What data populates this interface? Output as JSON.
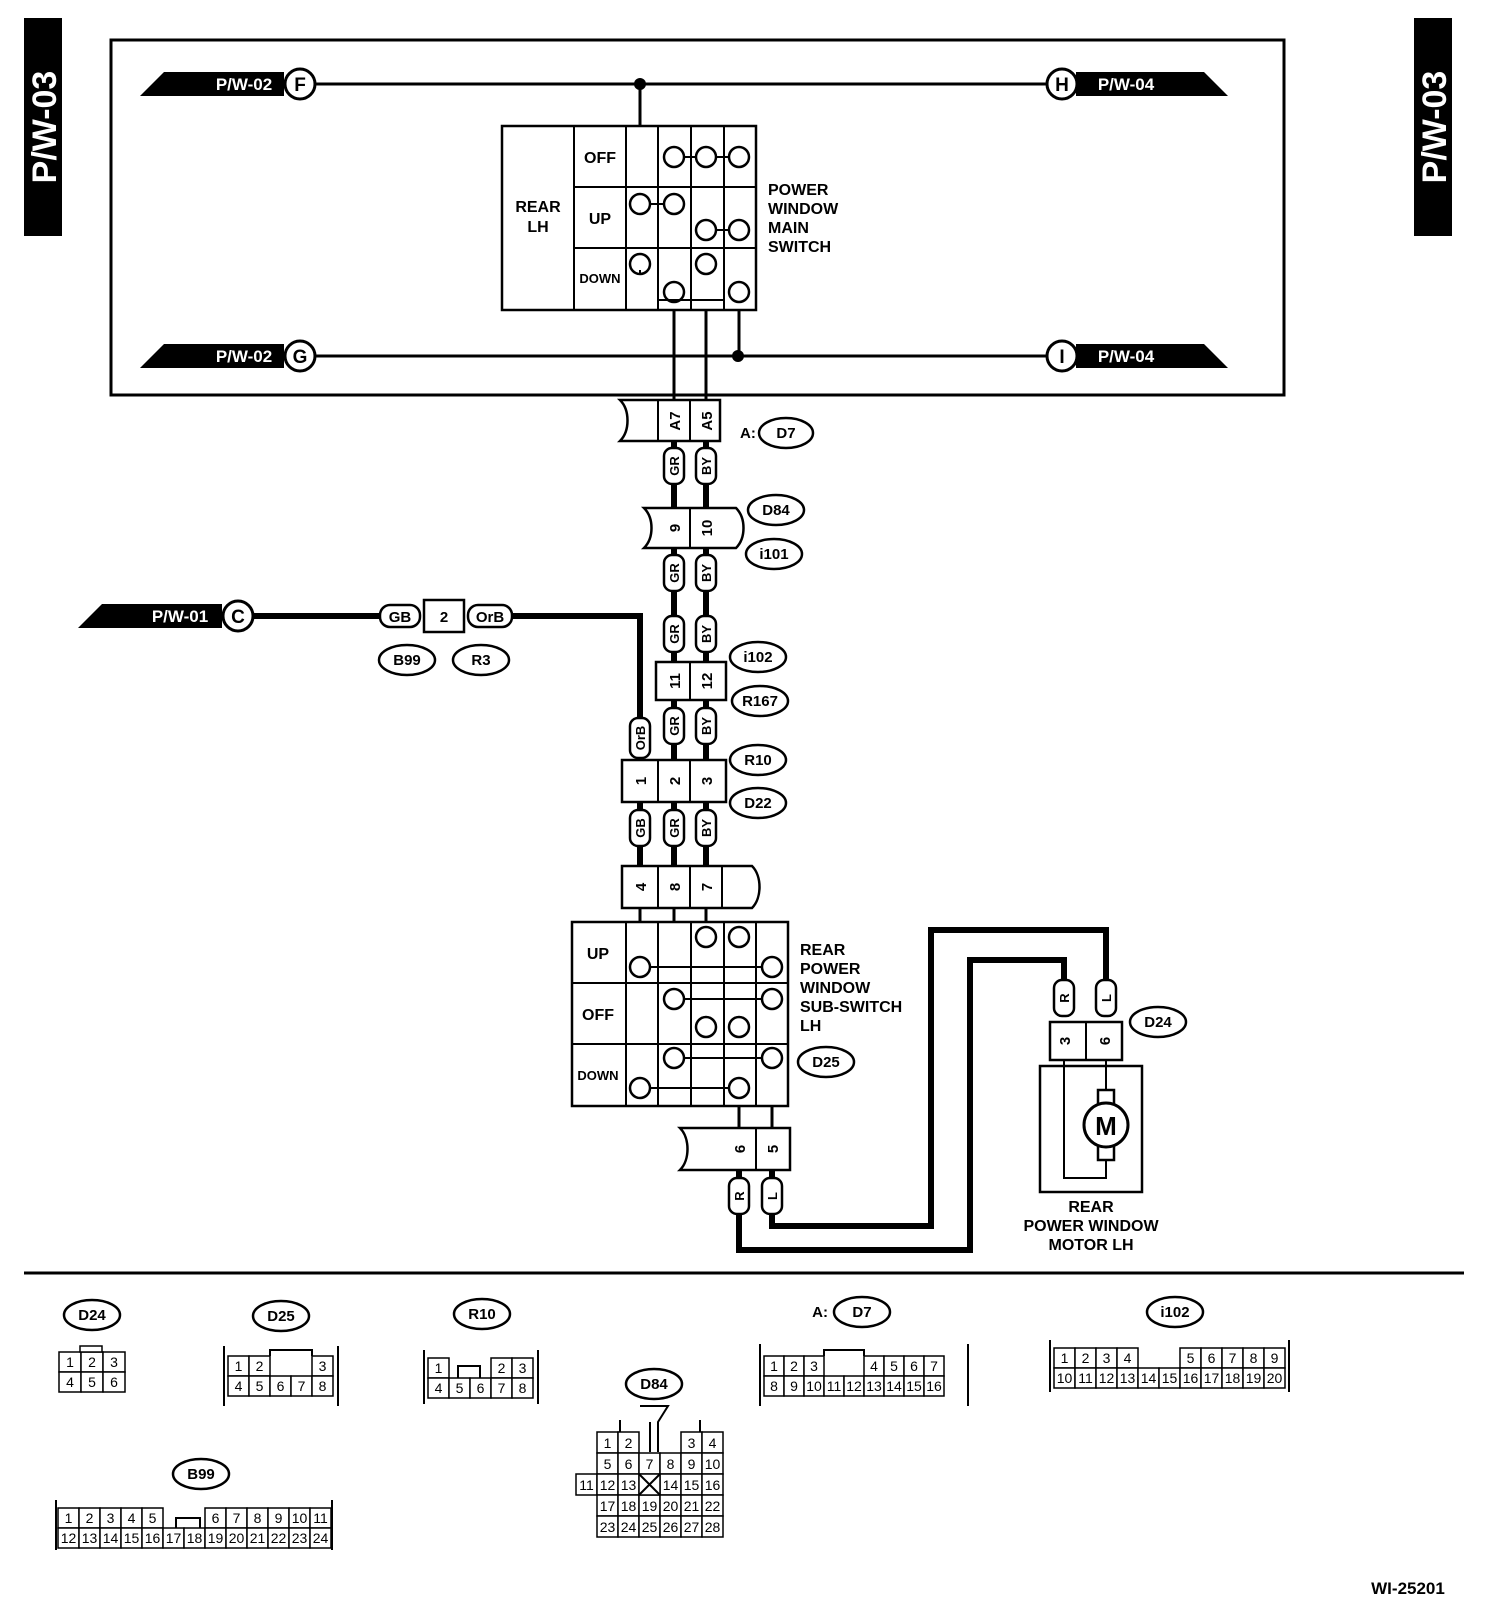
{
  "page": {
    "side_label": "P/W-03",
    "figure_id": "WI-25201"
  },
  "refs": {
    "F": {
      "page": "P/W-02",
      "letter": "F"
    },
    "G": {
      "page": "P/W-02",
      "letter": "G"
    },
    "H": {
      "page": "P/W-04",
      "letter": "H"
    },
    "I": {
      "page": "P/W-04",
      "letter": "I"
    },
    "C": {
      "page": "P/W-01",
      "letter": "C"
    }
  },
  "main_switch": {
    "name_lines": [
      "POWER",
      "WINDOW",
      "MAIN",
      "SWITCH"
    ],
    "group_lines": [
      "REAR",
      "LH"
    ],
    "positions": [
      "OFF",
      "UP",
      "DOWN"
    ]
  },
  "sub_switch": {
    "name_lines": [
      "REAR",
      "POWER",
      "WINDOW",
      "SUB-SWITCH",
      "LH"
    ],
    "positions": [
      "UP",
      "OFF",
      "DOWN"
    ],
    "connector": "D25"
  },
  "motor": {
    "symbol": "M",
    "name_lines": [
      "REAR",
      "POWER WINDOW",
      "MOTOR LH"
    ],
    "connector": "D24"
  },
  "connectors": {
    "d7": {
      "prefix": "A:",
      "name": "D7",
      "pins": [
        "A7",
        "A5"
      ]
    },
    "d84": {
      "names": [
        "D84",
        "i101"
      ],
      "pins": [
        "9",
        "10"
      ]
    },
    "i102": {
      "names": [
        "i102",
        "R167"
      ],
      "pins": [
        "11",
        "12"
      ]
    },
    "r10": {
      "names": [
        "R10",
        "D22"
      ],
      "pins": [
        "1",
        "2",
        "3"
      ]
    },
    "b99": {
      "names": [
        "B99",
        "R3"
      ],
      "pin": "2"
    },
    "d25_top": {
      "pins": [
        "4",
        "8",
        "7"
      ]
    },
    "d25_bottom": {
      "pins": [
        "6",
        "5"
      ]
    },
    "d24": {
      "pins": [
        "3",
        "6"
      ]
    }
  },
  "wires": {
    "gr": "GR",
    "by": "BY",
    "gb": "GB",
    "orb": "OrB",
    "r": "R",
    "l": "L"
  },
  "connector_views": {
    "d24": {
      "label": "D24",
      "rows": [
        [
          "1",
          "2",
          "3"
        ],
        [
          "4",
          "5",
          "6"
        ]
      ]
    },
    "d25": {
      "label": "D25",
      "rows": [
        [
          "1",
          "2",
          "3"
        ],
        [
          "4",
          "5",
          "6",
          "7",
          "8"
        ]
      ]
    },
    "r10": {
      "label": "R10",
      "rows": [
        [
          "1",
          "2",
          "3"
        ],
        [
          "4",
          "5",
          "6",
          "7",
          "8"
        ]
      ]
    },
    "d7": {
      "prefix": "A:",
      "label": "D7",
      "rows": [
        [
          "1",
          "2",
          "3",
          "4",
          "5",
          "6",
          "7"
        ],
        [
          "8",
          "9",
          "10",
          "11",
          "12",
          "13",
          "14",
          "15",
          "16"
        ]
      ]
    },
    "i102": {
      "label": "i102",
      "rows": [
        [
          "1",
          "2",
          "3",
          "4",
          "5",
          "6",
          "7",
          "8",
          "9"
        ],
        [
          "10",
          "11",
          "12",
          "13",
          "14",
          "15",
          "16",
          "17",
          "18",
          "19",
          "20"
        ]
      ]
    },
    "d84": {
      "label": "D84",
      "rows": [
        [
          "1",
          "2",
          "3",
          "4"
        ],
        [
          "5",
          "6",
          "7",
          "8",
          "9",
          "10"
        ],
        [
          "11",
          "12",
          "13",
          "14",
          "15",
          "16"
        ],
        [
          "17",
          "18",
          "19",
          "20",
          "21",
          "22"
        ],
        [
          "23",
          "24",
          "25",
          "26",
          "27",
          "28"
        ]
      ]
    },
    "b99": {
      "label": "B99",
      "rows": [
        [
          "1",
          "2",
          "3",
          "4",
          "5",
          "6",
          "7",
          "8",
          "9",
          "10",
          "11"
        ],
        [
          "12",
          "13",
          "14",
          "15",
          "16",
          "17",
          "18",
          "19",
          "20",
          "21",
          "22",
          "23",
          "24"
        ]
      ]
    }
  }
}
